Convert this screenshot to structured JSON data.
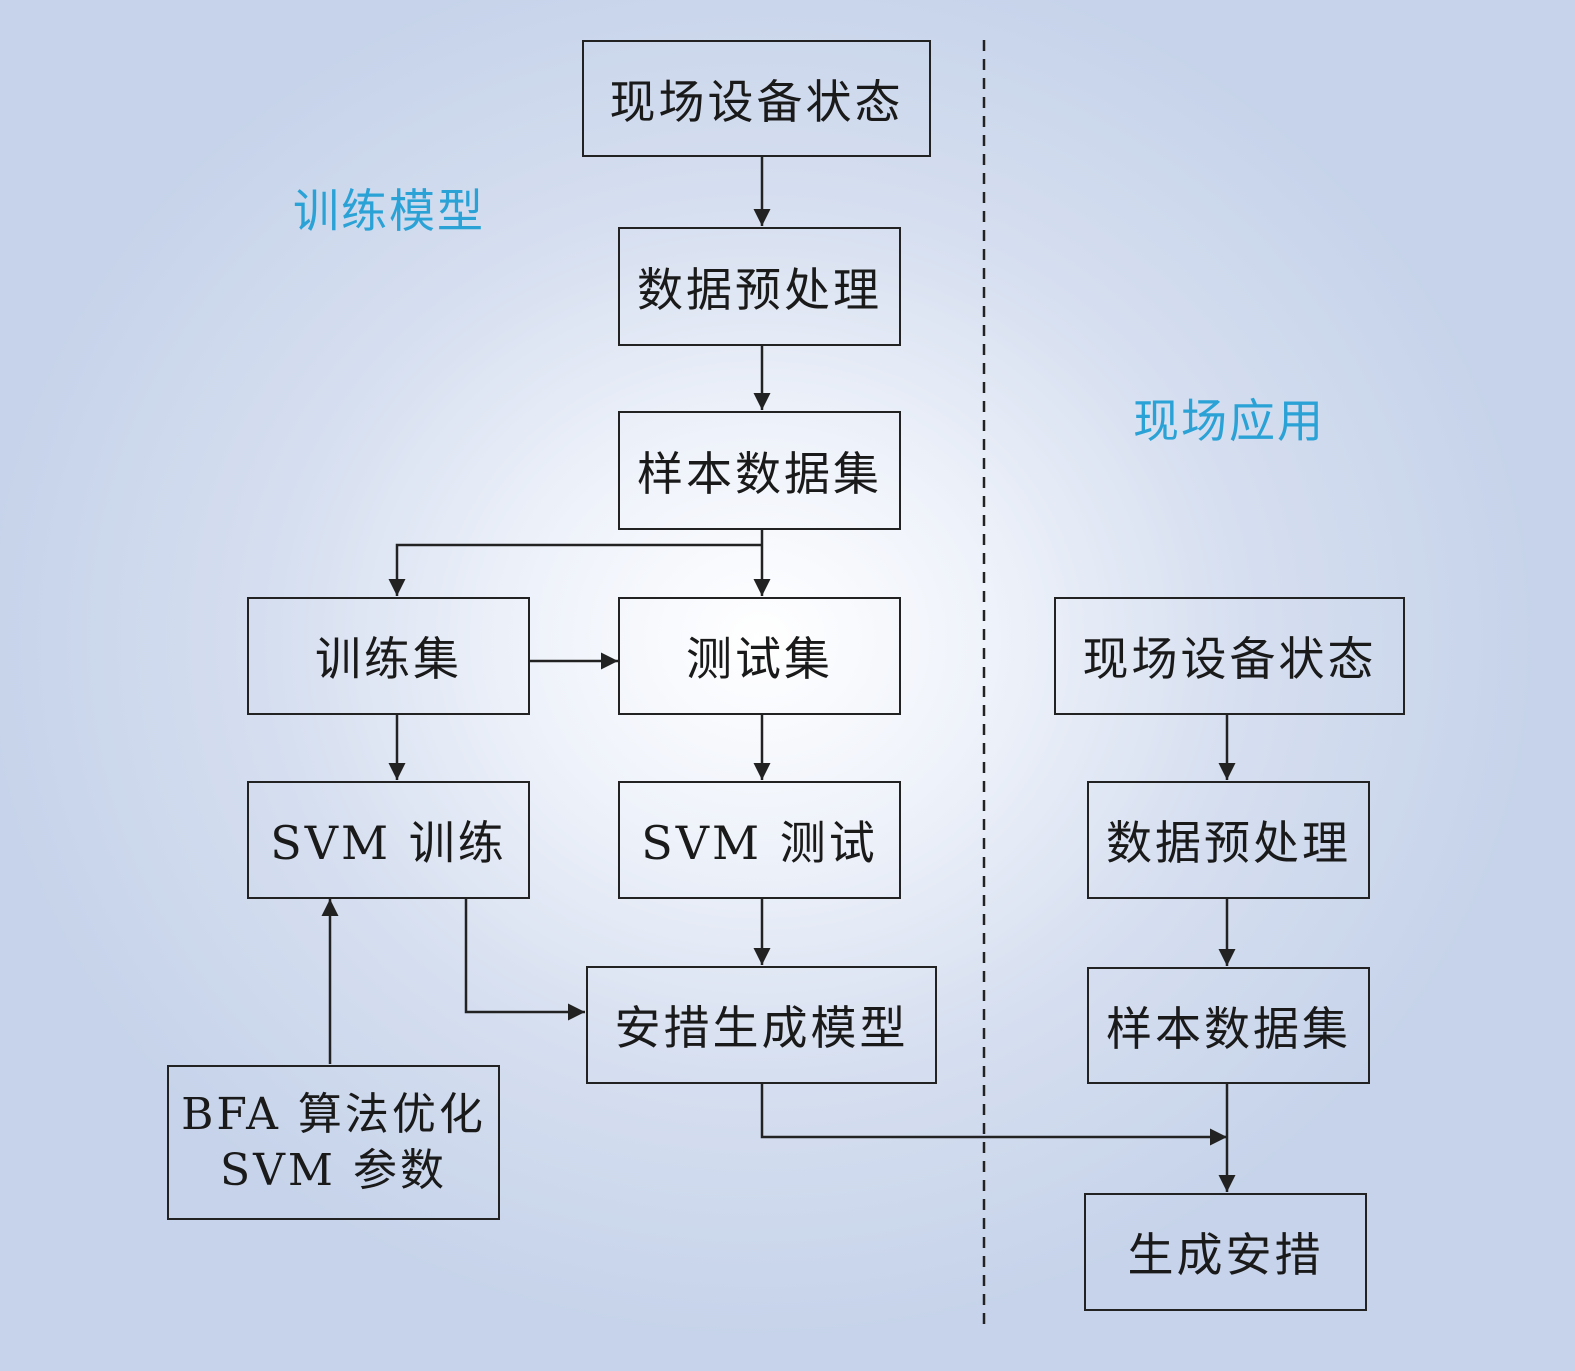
{
  "colors": {
    "line": "#222222",
    "section_label": "#2ba2d6",
    "text": "#1a1a1a"
  },
  "sections": {
    "training": "训练模型",
    "application": "现场应用"
  },
  "nodes": {
    "t_status": "现场设备状态",
    "t_preprocess": "数据预处理",
    "t_sample": "样本数据集",
    "train_set": "训练集",
    "test_set": "测试集",
    "svm_train": "SVM 训练",
    "svm_test": "SVM 测试",
    "model_gen": "安措生成模型",
    "bfa_line1": "BFA 算法优化",
    "bfa_line2": "SVM 参数",
    "a_status": "现场设备状态",
    "a_preprocess": "数据预处理",
    "a_sample": "样本数据集",
    "generate": "生成安措"
  }
}
